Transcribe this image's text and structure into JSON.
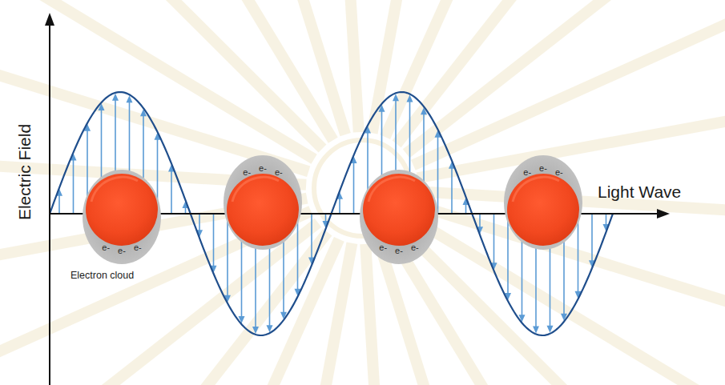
{
  "diagram": {
    "nodes": [
      {
        "text": [
          "e-",
          "e-",
          "e-"
        ]
      },
      {
        "text": [
          "e-",
          "e-",
          "e-"
        ]
      },
      {
        "text": [
          "e-",
          "e-",
          "e-"
        ]
      },
      {
        "text": [
          "e-",
          "e-",
          "e-"
        ]
      }
    ],
    "labels": [
      "Electric Field",
      "Light Wave",
      "Electron cloud"
    ]
  }
}
